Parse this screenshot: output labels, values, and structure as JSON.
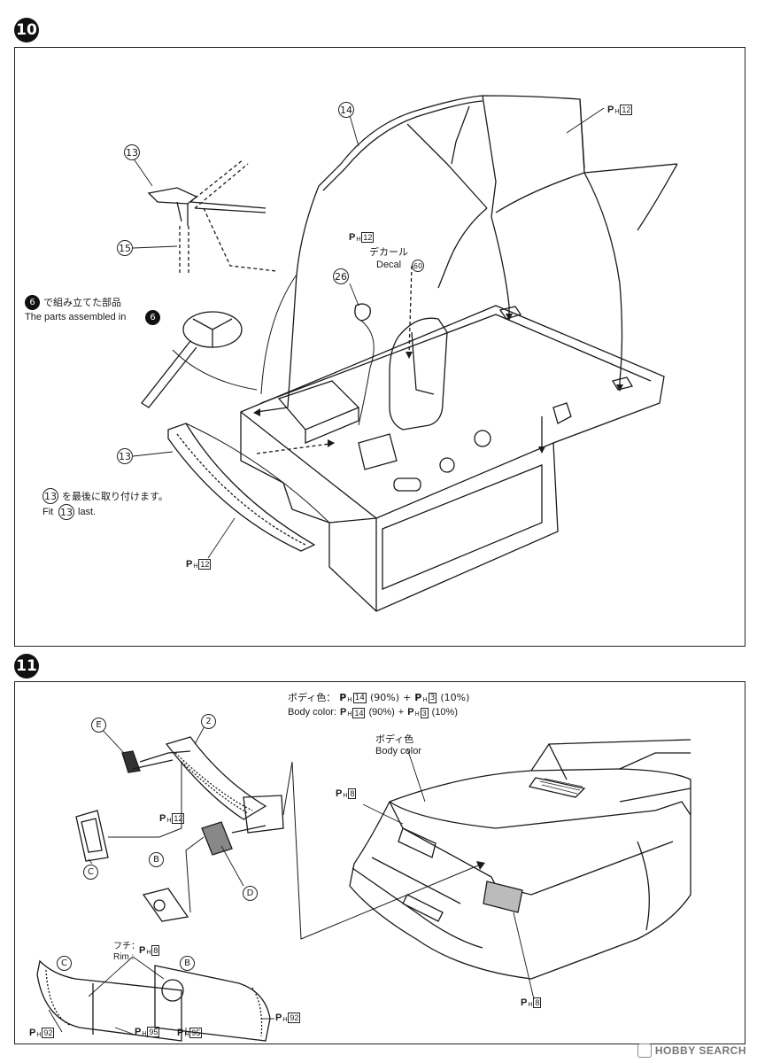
{
  "step10": {
    "number": "10",
    "callouts": {
      "part_13_top": "13",
      "part_15": "15",
      "part_14": "14",
      "part_26": "26",
      "part_13_left": "13"
    },
    "paint_12_rollcage": "12",
    "paint_12_clip": "12",
    "paint_12_spoiler": "12",
    "decal_jp": "デカール",
    "decal_en": "Decal",
    "decal_num": "60",
    "assembled_jp": "で組み立てた部品",
    "assembled_en": "The parts assembled in",
    "assembled_ref": "6",
    "fit_last_jp": "を最後に取り付けます。",
    "fit_last_en_pre": "Fit",
    "fit_last_en_post": "last.",
    "fit_last_ref": "13"
  },
  "step11": {
    "number": "11",
    "body_color_jp_label": "ボディ色：",
    "body_color_en_label": "Body color:",
    "mix_a_code": "14",
    "mix_a_pct": "(90%)",
    "mix_plus": "+",
    "mix_b_code": "3",
    "mix_b_pct": "(10%)",
    "body_color_note_jp": "ボディ色",
    "body_color_note_en": "Body color",
    "letters": {
      "E": "E",
      "C_top": "C",
      "B_top": "B",
      "D": "D",
      "C_bot": "C",
      "B_bot": "B"
    },
    "part_2": "2",
    "paint_12": "12",
    "paint_8_top": "8",
    "paint_8_bottom": "8",
    "rim_jp": "フチ：",
    "rim_en": "Rim :",
    "rim_code": "8",
    "paint_92_left": "92",
    "paint_95_left": "95",
    "paint_95_right": "95",
    "paint_92_right": "92"
  },
  "paint_prefix": {
    "p": "P",
    "h": "H"
  },
  "watermark": "HOBBY SEARCH",
  "colors": {
    "ink": "#1a1a1a",
    "paper": "#ffffff",
    "badge": "#111111"
  }
}
